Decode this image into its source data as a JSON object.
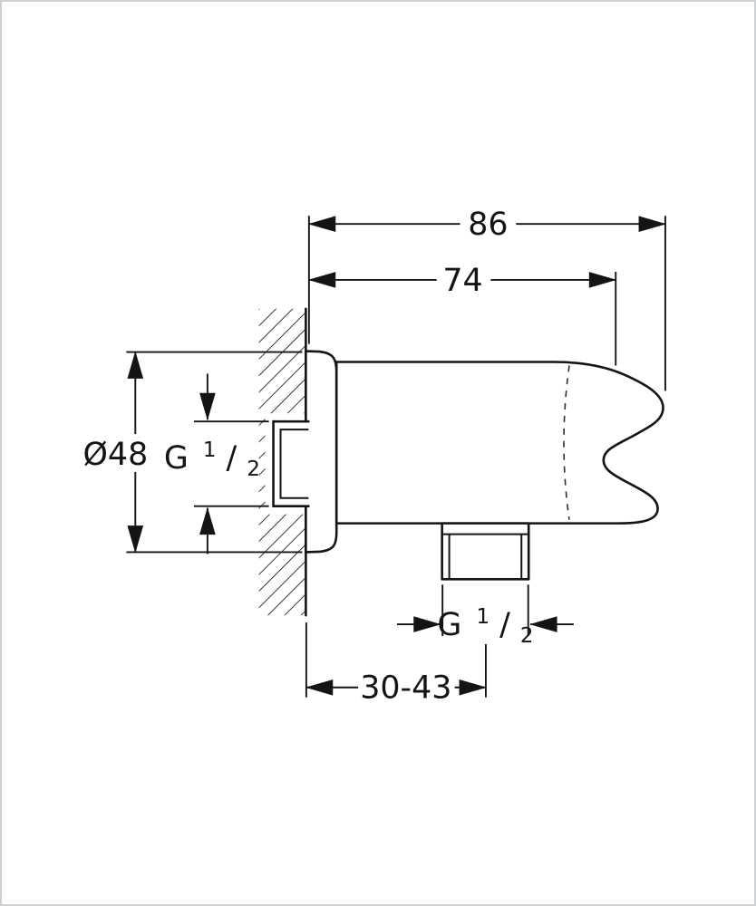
{
  "page": {
    "background": "#ffffff",
    "border_color": "#cdd1d3",
    "line_color": "#141414"
  },
  "drawing": {
    "subject": "wall-mounted shower outlet elbow with hand-shower holder, section through wall",
    "dimensions": {
      "total_depth": "86",
      "holder_depth": "74",
      "flange_diameter": "Ø48",
      "installation_depth_range": "30-43"
    },
    "threads": {
      "letter": "G",
      "numerator": "1",
      "slash": "/",
      "denominator": "2"
    }
  }
}
